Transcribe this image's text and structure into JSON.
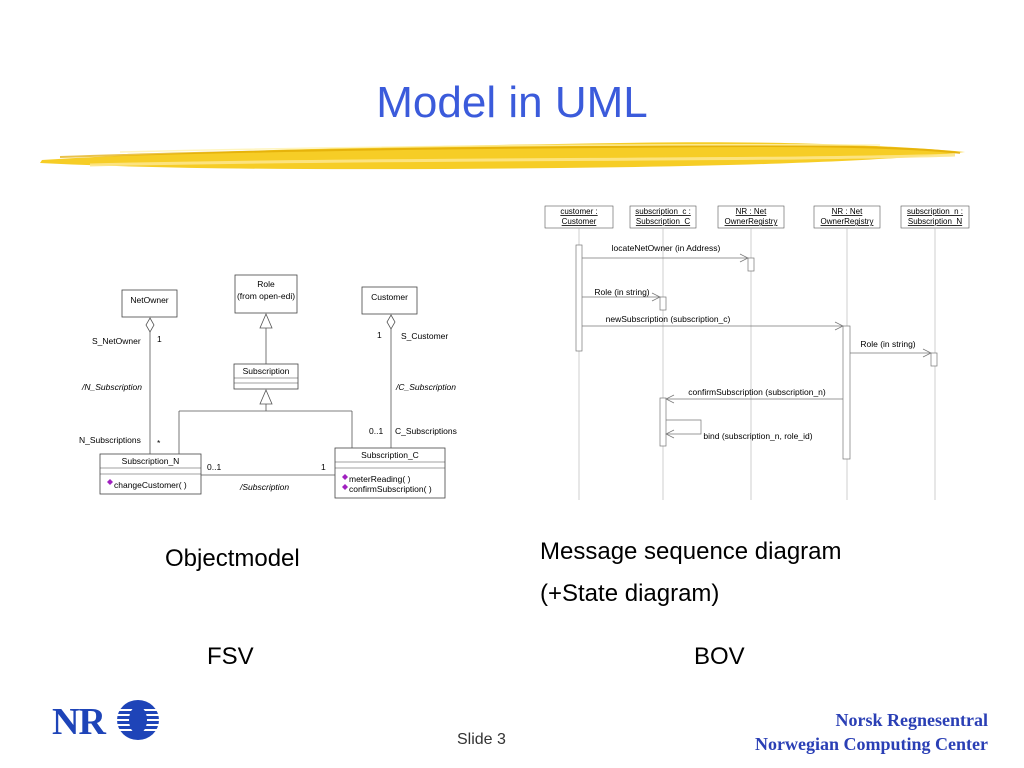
{
  "slide": {
    "title": "Model in UML",
    "slide_number": "Slide 3",
    "org_line1": "Norsk Regnesentral",
    "org_line2": "Norwegian Computing Center",
    "logo_text": "NR",
    "accent_color": "#3b5bdb",
    "brush_color": "#f5c400"
  },
  "captions": {
    "left": "Objectmodel",
    "left_sub": "FSV",
    "right_line1": "Message sequence diagram",
    "right_line2": "(+State diagram)",
    "right_sub": "BOV"
  },
  "object_model": {
    "classes": {
      "netowner": "NetOwner",
      "role_name": "Role",
      "role_from": "(from open-edi)",
      "customer": "Customer",
      "subscription": "Subscription",
      "subscription_n": "Subscription_N",
      "subscription_c": "Subscription_C"
    },
    "operations": {
      "change_customer": "changeCustomer( )",
      "meter_reading": "meterReading( )",
      "confirm_subscription": "confirmSubscription( )"
    },
    "labels": {
      "s_netowner": "S_NetOwner",
      "mult_netowner": "1",
      "n_subscription_derived": "/N_Subscription",
      "n_subscriptions": "N_Subscriptions",
      "mult_n_star": "*",
      "s_customer": "S_Customer",
      "mult_customer": "1",
      "c_subscription_derived": "/C_Subscription",
      "mult_c_01": "0..1",
      "c_subscriptions": "C_Subscriptions",
      "mult_assoc_left": "0..1",
      "mult_assoc_right": "1",
      "subscription_derived": "/Subscription"
    }
  },
  "sequence": {
    "objects": {
      "customer_l1": "customer :",
      "customer_l2": "Customer",
      "subc_l1": "subscription_c :",
      "subc_l2": "Subscription_C",
      "nr1_l1": "NR : Net",
      "nr1_l2": "OwnerRegistry",
      "nr2_l1": "NR : Net",
      "nr2_l2": "OwnerRegistry",
      "subn_l1": "subscription_n :",
      "subn_l2": "Subscription_N"
    },
    "messages": {
      "m1": "locateNetOwner (in Address)",
      "m2": "Role (in string)",
      "m3": "newSubscription (subscription_c)",
      "m4": "Role (in string)",
      "m5": "confirmSubscription (subscription_n)",
      "m6": "bind (subscription_n, role_id)"
    }
  }
}
